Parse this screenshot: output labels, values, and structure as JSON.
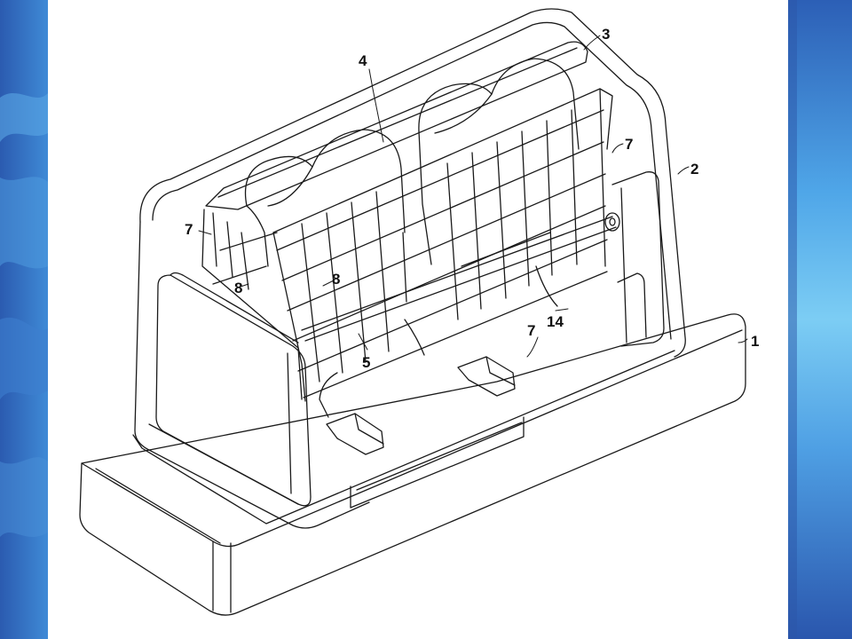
{
  "figure": {
    "reference_labels": [
      {
        "id": "label-1",
        "text": "1"
      },
      {
        "id": "label-2",
        "text": "2"
      },
      {
        "id": "label-3",
        "text": "3"
      },
      {
        "id": "label-4",
        "text": "4"
      },
      {
        "id": "label-5",
        "text": "5"
      },
      {
        "id": "label-7a",
        "text": "7"
      },
      {
        "id": "label-7b",
        "text": "7"
      },
      {
        "id": "label-7c",
        "text": "7"
      },
      {
        "id": "label-8a",
        "text": "8"
      },
      {
        "id": "label-8b",
        "text": "8"
      },
      {
        "id": "label-14",
        "text": "14"
      }
    ]
  },
  "theme": {
    "background_blue": "#2e63b8",
    "glow_blue": "#6fc3f0",
    "slide_background": "#ffffff",
    "line_color": "#1a1a1a"
  }
}
